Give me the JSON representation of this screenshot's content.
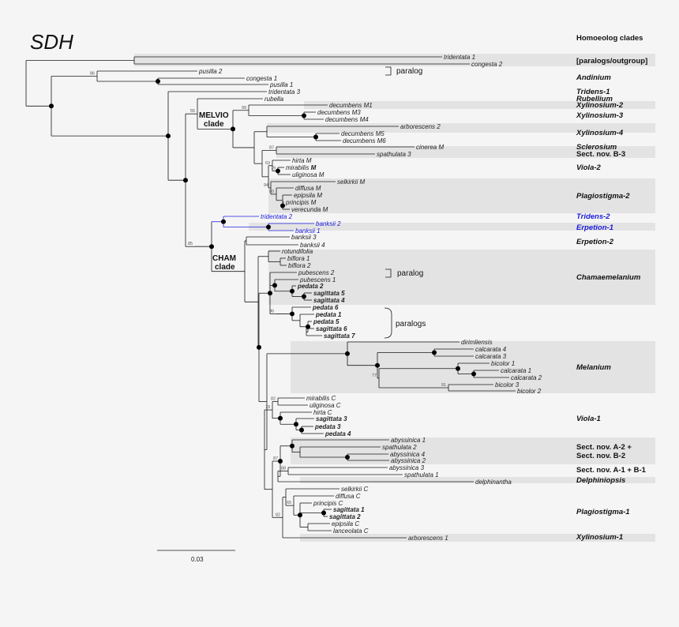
{
  "title": "SDH",
  "header": "Homoeolog clades",
  "scale_label": "0.03",
  "groups": [
    {
      "id": "melvio",
      "lines": [
        "MELVIO",
        "clade"
      ]
    },
    {
      "id": "cham",
      "lines": [
        "CHAM",
        "clade"
      ]
    }
  ],
  "notes": [
    {
      "id": "paralog1",
      "text": "paralog"
    },
    {
      "id": "paralog2",
      "text": "paralog"
    },
    {
      "id": "paralogs3",
      "text": "paralogs"
    }
  ],
  "clades": [
    {
      "text": "[paralogs/outgroup]",
      "style": "plain"
    },
    {
      "text": "Andinium",
      "style": "italic"
    },
    {
      "text": "Tridens-1",
      "style": "italic"
    },
    {
      "text": "Rubellium",
      "style": "italic"
    },
    {
      "text": "Xylinosium-2",
      "style": "italic"
    },
    {
      "text": "Xylinosium-3",
      "style": "italic"
    },
    {
      "text": "Xylinosium-4",
      "style": "italic"
    },
    {
      "text": "Sclerosium",
      "style": "italic"
    },
    {
      "text": "Sect. nov. B-3",
      "style": "plain"
    },
    {
      "text": "Viola-2",
      "style": "italic"
    },
    {
      "text": "Plagiostigma-2",
      "style": "italic"
    },
    {
      "text": "Tridens-2",
      "style": "blue"
    },
    {
      "text": "Erpetion-1",
      "style": "blue"
    },
    {
      "text": "Erpetion-2",
      "style": "italic"
    },
    {
      "text": "Chamaemelanium",
      "style": "italic"
    },
    {
      "text": "Melanium",
      "style": "italic"
    },
    {
      "text": "Viola-1",
      "style": "italic"
    },
    {
      "text": "Sect. nov. A-2 +",
      "style": "plain"
    },
    {
      "text": "Sect. nov. B-2",
      "style": "plain"
    },
    {
      "text": "Sect. nov. A-1 + B-1",
      "style": "plain"
    },
    {
      "text": "Delphiniopsis",
      "style": "italic"
    },
    {
      "text": "Plagiostigma-1",
      "style": "italic"
    },
    {
      "text": "Xylinosium-1",
      "style": "italic"
    }
  ],
  "support_values": [
    "86",
    "99",
    "55",
    "85",
    "99",
    "87",
    "63",
    "79",
    "80",
    "94",
    "96",
    "77",
    "91",
    "82",
    "79",
    "87",
    "88",
    "65",
    "82"
  ],
  "tips": [
    {
      "id": "tridentata1",
      "label": "tridentata 1"
    },
    {
      "id": "congesta2",
      "label": "congesta 2"
    },
    {
      "id": "pusilla2",
      "label": "pusilla 2"
    },
    {
      "id": "congesta1",
      "label": "congesta 1"
    },
    {
      "id": "pusilla1",
      "label": "pusilla 1"
    },
    {
      "id": "tridentata3",
      "label": "tridentata 3"
    },
    {
      "id": "rubella",
      "label": "rubella"
    },
    {
      "id": "decM1",
      "label": "decumbens M1"
    },
    {
      "id": "decM3",
      "label": "decumbens M3"
    },
    {
      "id": "decM4",
      "label": "decumbens M4"
    },
    {
      "id": "arb2",
      "label": "arborescens 2"
    },
    {
      "id": "decM5",
      "label": "decumbens M5"
    },
    {
      "id": "decM6",
      "label": "decumbens M6"
    },
    {
      "id": "cinM",
      "label": "cinerea M"
    },
    {
      "id": "spa3",
      "label": "spathulata 3"
    },
    {
      "id": "hirM",
      "label": "hirta M"
    },
    {
      "id": "mirM",
      "label": "mirabilis",
      "suffix": "M"
    },
    {
      "id": "uliM",
      "label": "uliginosa M"
    },
    {
      "id": "selM",
      "label": "selkirkii M"
    },
    {
      "id": "difM",
      "label": "diffusa M"
    },
    {
      "id": "epiM",
      "label": "epipsila M"
    },
    {
      "id": "priM",
      "label": "principis M"
    },
    {
      "id": "verM",
      "label": "verecunda M"
    },
    {
      "id": "tri2",
      "label": "tridentata 2",
      "blue": true
    },
    {
      "id": "ban2",
      "label": "banksii 2",
      "blue": true
    },
    {
      "id": "ban1",
      "label": "banksii 1",
      "blue": true
    },
    {
      "id": "ban3",
      "label": "banksii 3"
    },
    {
      "id": "ban4",
      "label": "banksii 4"
    },
    {
      "id": "rot",
      "label": "rotundifolia"
    },
    {
      "id": "bif1",
      "label": "biflora 1"
    },
    {
      "id": "bif2",
      "label": "biflora 2"
    },
    {
      "id": "pub2",
      "label": "pubescens 2"
    },
    {
      "id": "pub1",
      "label": "pubescens 1"
    },
    {
      "id": "ped2",
      "label": "pedata 2",
      "bold": true
    },
    {
      "id": "sag5",
      "label": "sagittata 5",
      "bold": true
    },
    {
      "id": "sag4",
      "label": "sagittata 4",
      "bold": true
    },
    {
      "id": "ped6",
      "label": "pedata 6",
      "bold": true
    },
    {
      "id": "ped1",
      "label": "pedata 1",
      "bold": true
    },
    {
      "id": "ped5",
      "label": "pedata 5",
      "bold": true
    },
    {
      "id": "sag6",
      "label": "sagittata 6",
      "bold": true
    },
    {
      "id": "sag7",
      "label": "sagittata 7",
      "bold": true
    },
    {
      "id": "dir",
      "label": "dirimliensis"
    },
    {
      "id": "cal4",
      "label": "calcarata 4"
    },
    {
      "id": "cal3",
      "label": "calcarata 3"
    },
    {
      "id": "bic1",
      "label": "bicolor 1"
    },
    {
      "id": "cal1",
      "label": "calcarata 1"
    },
    {
      "id": "cal2",
      "label": "calcarata 2"
    },
    {
      "id": "bic3",
      "label": "bicolor 3"
    },
    {
      "id": "bic2",
      "label": "bicolor 2"
    },
    {
      "id": "mirC",
      "label": "mirabilis C"
    },
    {
      "id": "uliC",
      "label": "uliginosa C"
    },
    {
      "id": "hirC",
      "label": "hirta C"
    },
    {
      "id": "sag3",
      "label": "sagittata 3",
      "bold": true
    },
    {
      "id": "ped3",
      "label": "pedata 3",
      "bold": true
    },
    {
      "id": "ped4",
      "label": "pedata 4",
      "bold": true
    },
    {
      "id": "aby1",
      "label": "abyssinica 1"
    },
    {
      "id": "spa2",
      "label": "spathulata 2"
    },
    {
      "id": "aby4",
      "label": "abyssinica 4"
    },
    {
      "id": "aby2",
      "label": "abyssinica 2"
    },
    {
      "id": "aby3",
      "label": "abyssinica 3"
    },
    {
      "id": "spa1",
      "label": "spathulata 1"
    },
    {
      "id": "del",
      "label": "delphinantha"
    },
    {
      "id": "selC",
      "label": "selkirkii C"
    },
    {
      "id": "difC",
      "label": "diffusa C"
    },
    {
      "id": "priC",
      "label": "principis C"
    },
    {
      "id": "sag1",
      "label": "sagittata 1",
      "bold": true
    },
    {
      "id": "sag2",
      "label": "sagittata 2",
      "bold": true
    },
    {
      "id": "epiC",
      "label": "epipsila C"
    },
    {
      "id": "lanC",
      "label": "lanceolata C"
    },
    {
      "id": "arb1",
      "label": "arborescens 1"
    }
  ]
}
